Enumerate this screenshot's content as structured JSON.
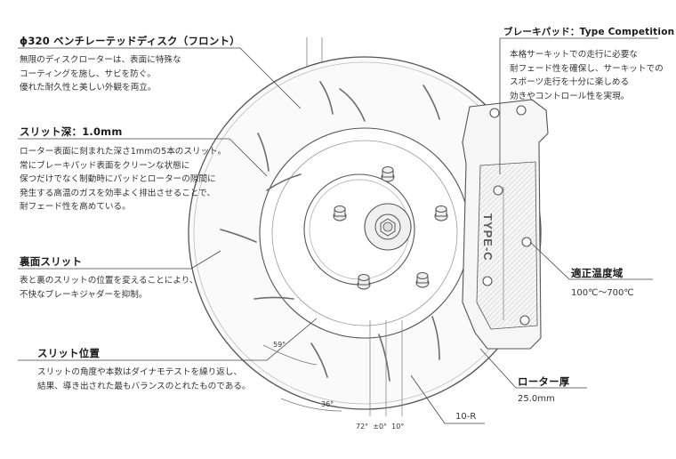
{
  "callouts": {
    "disc": {
      "title": "ϕ320 ベンチレーテッドディスク（フロント）",
      "body": "無限のディスクローターは、表面に特殊な\nコーティングを施し、サビを防ぐ。\n優れた耐久性と美しい外観を両立。"
    },
    "slit_depth": {
      "title": "スリット深：1.0mm",
      "body": "ローター表面に刻まれた深さ1mmの5本のスリット。\n常にブレーキパッド表面をクリーンな状態に\n保つだけでなく制動時にパッドとローターの隙間に\n発生する高温のガスを効率よく排出させることで、\n耐フェード性を高めている。"
    },
    "back_slit": {
      "title": "裏面スリット",
      "body": "表と裏のスリットの位置を変えることにより、\n不快なブレーキジャダーを抑制。"
    },
    "slit_position": {
      "title": "スリット位置",
      "body": "スリットの角度や本数はダイナモテストを繰り返し、\n結果、導き出された最もバランスのとれたものである。"
    },
    "brake_pad": {
      "title": "ブレーキパッド：Type Competition",
      "body": "本格サーキットでの走行に必要な\n耐フェード性を確保し、サーキットでの\nスポーツ走行を十分に楽しめる\n効きやコントロール性を実現。"
    },
    "temp_range": {
      "title": "適正温度域",
      "value": "100℃〜700℃"
    },
    "rotor_thickness": {
      "title": "ローター厚",
      "value": "25.0mm"
    }
  },
  "diagram": {
    "angle_59": "59°",
    "angle_36": "36°",
    "angles_bottom": "72°  ±0°  10°",
    "rotor_code": "10-R",
    "caliper_logo": "TYPE-C"
  }
}
